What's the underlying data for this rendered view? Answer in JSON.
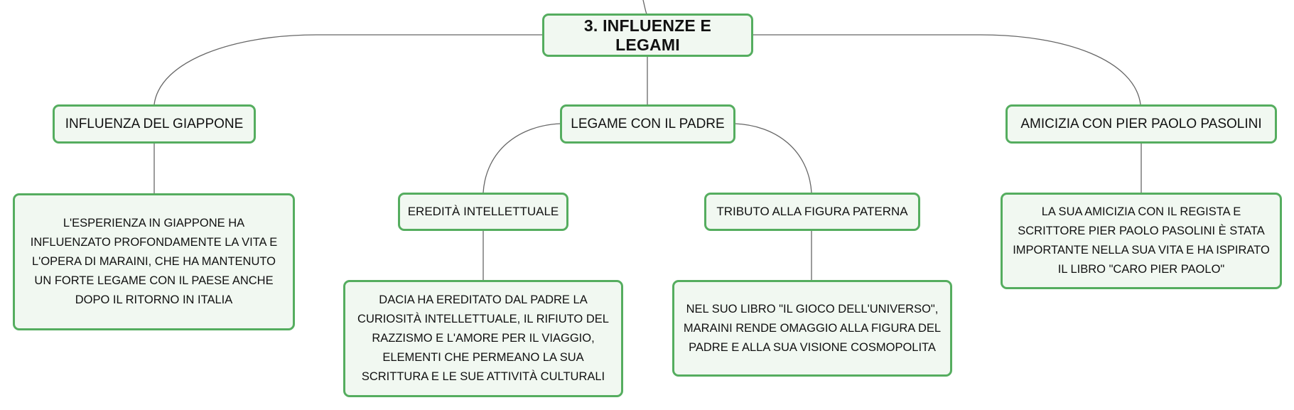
{
  "mindmap": {
    "root": {
      "label": "3. INFLUENZE E LEGAMI"
    },
    "branches": [
      {
        "label": "INFLUENZA DEL GIAPPONE",
        "detail": "L'ESPERIENZA IN GIAPPONE HA INFLUENZATO PROFONDAMENTE LA VITA E L'OPERA DI MARAINI, CHE HA MANTENUTO UN FORTE LEGAME CON IL PAESE ANCHE DOPO IL RITORNO IN ITALIA"
      },
      {
        "label": "LEGAME CON IL PADRE",
        "children": [
          {
            "label": "EREDITÀ INTELLETTUALE",
            "detail": "DACIA HA EREDITATO DAL PADRE LA CURIOSITÀ INTELLETTUALE, IL RIFIUTO DEL RAZZISMO E L'AMORE PER IL VIAGGIO, ELEMENTI CHE PERMEANO LA SUA SCRITTURA E LE SUE ATTIVITÀ CULTURALI"
          },
          {
            "label": "TRIBUTO ALLA FIGURA PATERNA",
            "detail": "NEL SUO LIBRO \"IL GIOCO DELL'UNIVERSO\", MARAINI RENDE OMAGGIO ALLA FIGURA DEL PADRE E ALLA SUA VISIONE COSMOPOLITA"
          }
        ]
      },
      {
        "label": "AMICIZIA CON PIER PAOLO PASOLINI",
        "detail": "LA SUA AMICIZIA CON IL REGISTA E SCRITTORE PIER PAOLO PASOLINI È STATA IMPORTANTE NELLA SUA VITA E HA ISPIRATO IL LIBRO \"CARO PIER PAOLO\""
      }
    ],
    "colors": {
      "node_border": "#55ad5f",
      "node_fill": "#f1f8f1",
      "connector": "#666666",
      "text": "#111111"
    }
  }
}
